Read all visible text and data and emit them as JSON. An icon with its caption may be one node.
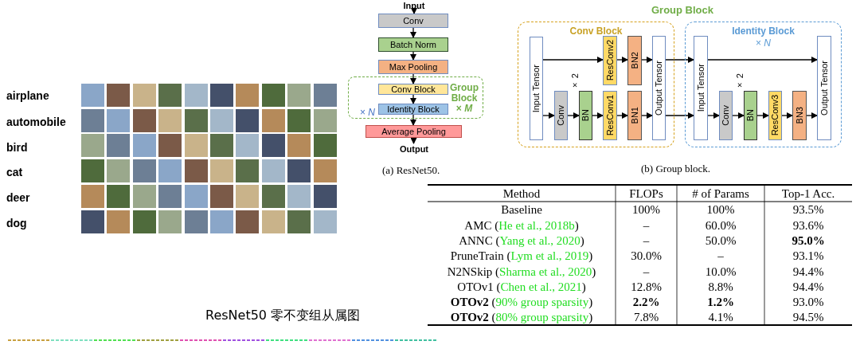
{
  "diagram": {
    "nodes": [
      {
        "text": [
          "Input"
        ]
      },
      {
        "text": [
          "Conv"
        ]
      },
      {
        "text": [
          "Batch Norm"
        ]
      },
      {
        "text": [
          "Max Pooling"
        ]
      },
      {
        "text": [
          "Group Block × *M*",
          "× *N*"
        ]
      },
      {
        "text": [
          "Conv Block"
        ],
        "in": 4
      },
      {
        "text": [
          "Identity Block"
        ],
        "in": 4
      },
      {
        "text": [
          "Average Pooling"
        ]
      },
      {
        "text": [
          "Output"
        ]
      },
      {
        "text": [
          "Conv Block"
        ]
      },
      {
        "text": [
          "Input Tensor"
        ],
        "in": 9
      },
      {
        "text": [
          "ResConv2"
        ],
        "in": 9
      },
      {
        "text": [
          "BN2"
        ],
        "in": 9
      },
      {
        "text": [
          "Conv"
        ],
        "in": 9
      },
      {
        "text": [
          "BN"
        ],
        "in": 9
      },
      {
        "text": [
          "ResConv1"
        ],
        "in": 9
      },
      {
        "text": [
          "BN1"
        ],
        "in": 9
      },
      {
        "text": [
          "Output Tensor"
        ],
        "in": 9
      },
      {
        "text": [
          "Identity Block",
          "× *N*"
        ]
      },
      {
        "text": [
          "Input Tensor"
        ],
        "in": 18
      },
      {
        "text": [
          "Conv"
        ],
        "in": 18
      },
      {
        "text": [
          "BN"
        ],
        "in": 18
      },
      {
        "text": [
          "ResConv3"
        ],
        "in": 18
      },
      {
        "text": [
          "BN3"
        ],
        "in": 18
      },
      {
        "text": [
          "Output Tensor"
        ],
        "in": 18
      }
    ],
    "edges": [
      {
        "from": 0,
        "to": 1,
        "arrow": "to"
      },
      {
        "from": 1,
        "to": 2,
        "arrow": "to"
      },
      {
        "from": 2,
        "to": 3,
        "arrow": "to"
      },
      {
        "from": 3,
        "to": 5,
        "arrow": "to"
      },
      {
        "from": 5,
        "to": 6,
        "arrow": "to"
      },
      {
        "from": 6,
        "to": 7,
        "arrow": "to"
      },
      {
        "from": 7,
        "to": 8,
        "arrow": "to"
      },
      {
        "from": 10,
        "to": 11,
        "arrow": "to"
      },
      {
        "from": 11,
        "to": 12,
        "arrow": "to"
      },
      {
        "from": 12,
        "to": 17,
        "arrow": "to"
      },
      {
        "from": 10,
        "to": 13,
        "arrow": "to"
      },
      {
        "from": 13,
        "to": 14,
        "arrow": "to"
      },
      {
        "from": 14,
        "to": 15,
        "arrow": "to"
      },
      {
        "from": 15,
        "to": 16,
        "arrow": "to"
      },
      {
        "from": 16,
        "to": 17,
        "arrow": "to"
      },
      {
        "from": 17,
        "to": 19,
        "arrow": "to"
      },
      {
        "from": 17,
        "to": 19,
        "arrow": "to"
      },
      {
        "from": 19,
        "to": 24,
        "arrow": "to"
      },
      {
        "from": 19,
        "to": 20,
        "arrow": "to"
      },
      {
        "from": 20,
        "to": 21,
        "arrow": "to"
      },
      {
        "from": 21,
        "to": 22,
        "arrow": "to"
      },
      {
        "from": 22,
        "to": 23,
        "arrow": "to"
      },
      {
        "from": 23,
        "to": 24,
        "arrow": "to"
      }
    ],
    "labels": [
      "airplane",
      "automobile",
      "bird",
      "cat",
      "deer",
      "dog",
      "(a) ResNet50.",
      "Group Block",
      "× 2",
      "× 2",
      "(b) Group block.",
      "Method",
      "FLOPs",
      "# of Params",
      "Top-1 Acc.",
      "Baseline",
      "100%",
      "100%",
      "93.5%",
      "AMC (He et al., 2018b)",
      "–",
      "60.0%",
      "93.6%",
      "ANNC (Yang et al., 2020)",
      "–",
      "50.0%",
      "**95.0%**",
      "PruneTrain (Lym et al., 2019)",
      "30.0%",
      "–",
      "93.1%",
      "N2NSkip (Sharma et al., 2020)",
      "–",
      "10.0%",
      "94.4%",
      "OTOv1 (Chen et al., 2021)",
      "12.8%",
      "8.8%",
      "94.4%",
      "**OTOv2** (90% group sparsity)",
      "**2.2%**",
      "**1.2%**",
      "93.0%",
      "**OTOv2** (80% group sparsity)",
      "7.8%",
      "4.1%",
      "94.5%",
      "ResNet50 零不变组从属图"
    ]
  }
}
